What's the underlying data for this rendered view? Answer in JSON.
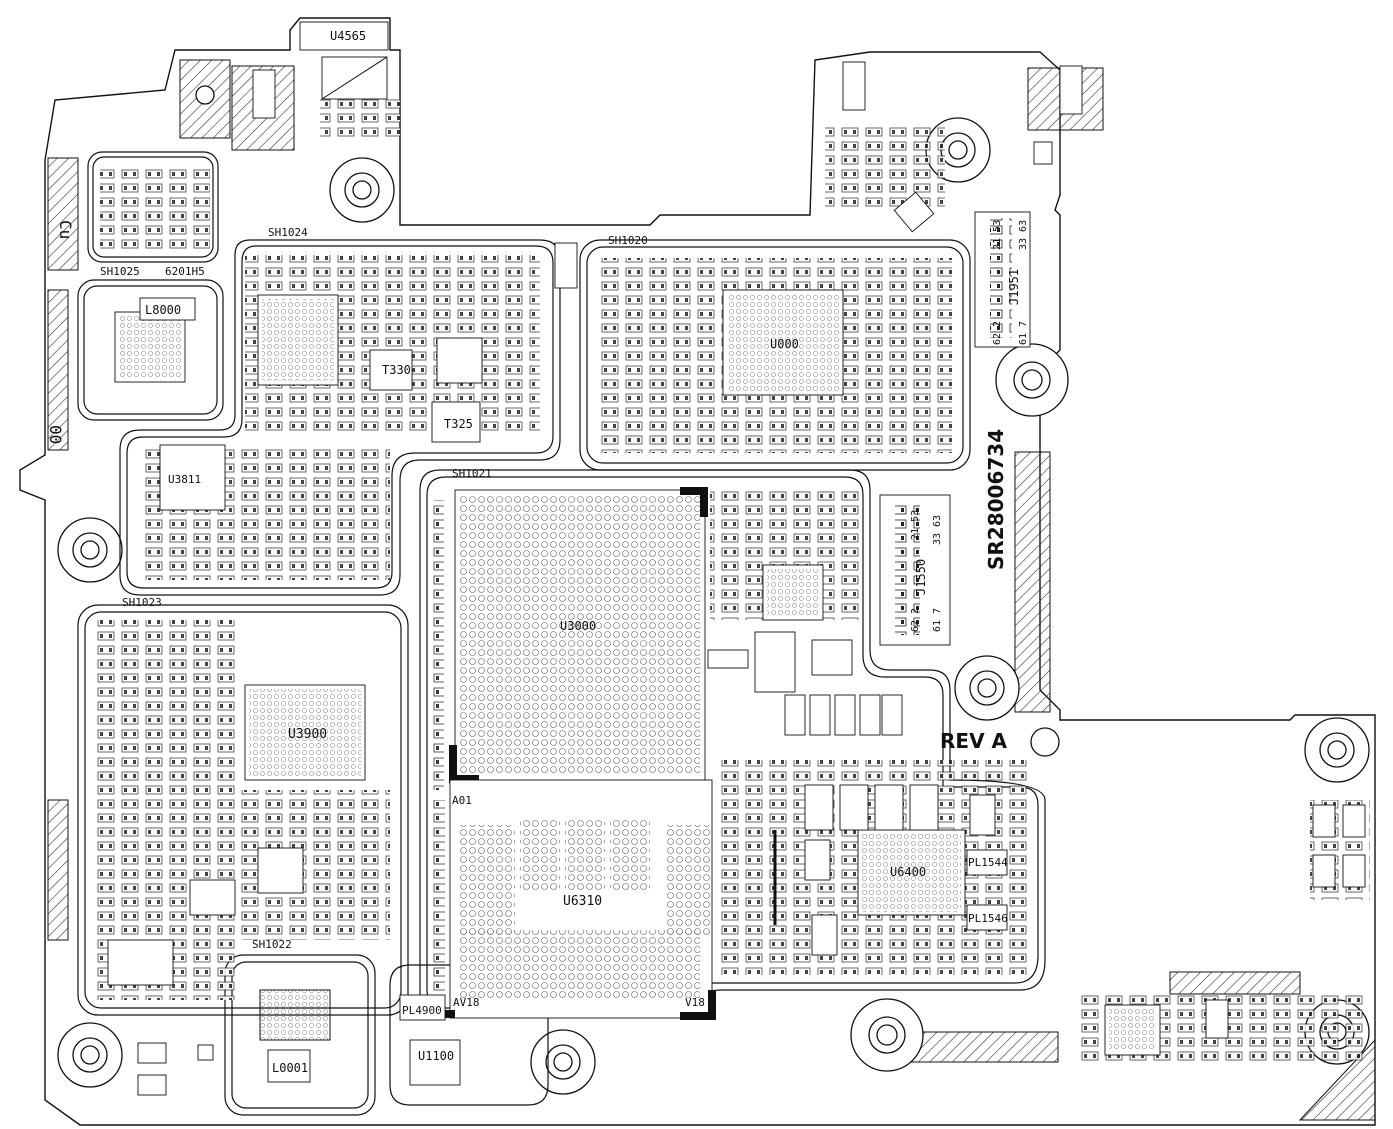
{
  "board": {
    "serial": "SR28006734",
    "revision": "REV A",
    "layer_mark": "Cu",
    "side_mark": "00"
  },
  "colors": {
    "ink": "#111111",
    "paper": "#ffffff",
    "hatch": "#333333"
  },
  "shields": [
    {
      "id": "sh1024",
      "label": "SH1024"
    },
    {
      "id": "sh1020",
      "label": "SH1020"
    },
    {
      "id": "sh1025",
      "label": "SH1025"
    },
    {
      "id": "sh1021",
      "label": "SH1021"
    },
    {
      "id": "sh1023",
      "label": "SH1023"
    },
    {
      "id": "sh1022",
      "label": "SH1022"
    }
  ],
  "chips": [
    {
      "id": "u4565",
      "label": "U4565"
    },
    {
      "id": "u3000",
      "label": "U3000"
    },
    {
      "id": "u6310",
      "label": "U6310"
    },
    {
      "id": "u3900",
      "label": "U3900"
    },
    {
      "id": "u6400",
      "label": "U6400"
    },
    {
      "id": "u1100",
      "label": "U1100"
    },
    {
      "id": "u0000",
      "label": "U000"
    },
    {
      "id": "l8000",
      "label": "L8000"
    },
    {
      "id": "l0001",
      "label": "L0001"
    },
    {
      "id": "t330",
      "label": "T330"
    },
    {
      "id": "t325",
      "label": "T325"
    },
    {
      "id": "u3811",
      "label": "U3811"
    },
    {
      "id": "pl4900",
      "label": "PL4900"
    },
    {
      "id": "pl1544",
      "label": "PL1544"
    },
    {
      "id": "pl1546",
      "label": "PL1546"
    },
    {
      "id": "lbl6201",
      "label": "6201H5"
    }
  ],
  "connectors": [
    {
      "id": "j1951",
      "label": "J1951",
      "pins": [
        "21 53",
        "33 63",
        "62 2",
        "61 7"
      ]
    },
    {
      "id": "j1550",
      "label": "J1550",
      "pins": [
        "21 53",
        "33 63",
        "62 2",
        "61 7"
      ]
    }
  ],
  "pin_marks": {
    "a01": "A01",
    "av1": "AV18",
    "v18": "V18"
  }
}
